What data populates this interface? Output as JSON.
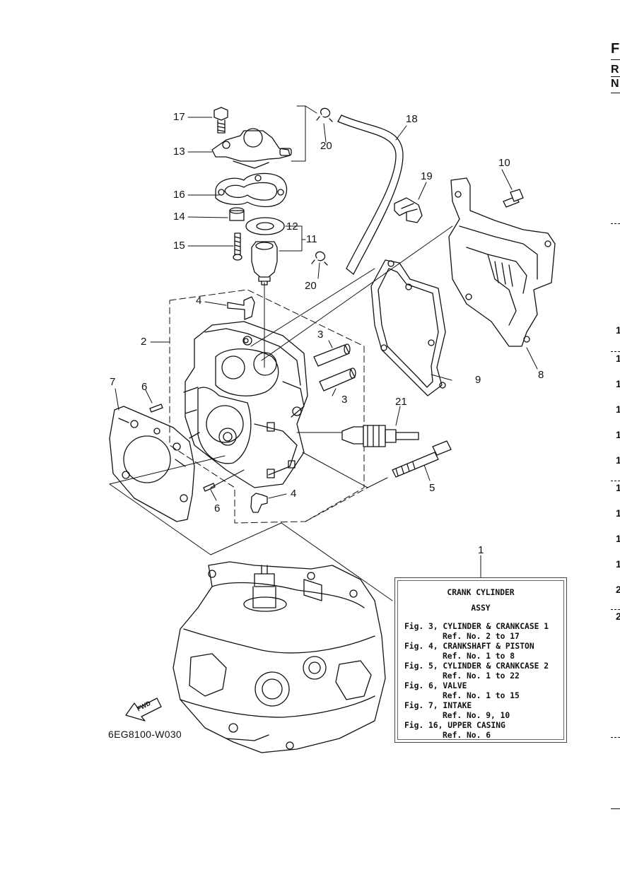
{
  "diagram_code": "6EG8100-W030",
  "fwd_label": "FWD",
  "callouts": {
    "c1": "1",
    "c2": "2",
    "c3a": "3",
    "c3b": "3",
    "c4a": "4",
    "c4b": "4",
    "c5": "5",
    "c6a": "6",
    "c6b": "6",
    "c7": "7",
    "c8": "8",
    "c9": "9",
    "c10": "10",
    "c11": "11",
    "c12": "12",
    "c13": "13",
    "c14": "14",
    "c15": "15",
    "c16": "16",
    "c17": "17",
    "c18": "18",
    "c19": "19",
    "c20a": "20",
    "c20b": "20",
    "c21": "21"
  },
  "assy_box": {
    "title1": "CRANK CYLINDER",
    "title2": "ASSY",
    "entries": [
      {
        "fig": "Fig. 3, CYLINDER & CRANKCASE 1",
        "ref": "Ref. No. 2 to 17"
      },
      {
        "fig": "Fig. 4, CRANKSHAFT & PISTON",
        "ref": "Ref. No. 1 to 8"
      },
      {
        "fig": "Fig. 5, CYLINDER & CRANKCASE 2",
        "ref": "Ref. No. 1 to 22"
      },
      {
        "fig": "Fig. 6, VALVE",
        "ref": "Ref. No. 1 to 15"
      },
      {
        "fig": "Fig. 7, INTAKE",
        "ref": "Ref. No. 9, 10"
      },
      {
        "fig": "Fig. 16, UPPER CASING",
        "ref": "Ref. No. 6"
      }
    ]
  },
  "right_edge": {
    "top": [
      "F",
      "R",
      "N"
    ],
    "rows": [
      "1",
      "1",
      "1",
      "1",
      "1",
      "1",
      "1",
      "1",
      "1",
      "1",
      "2",
      "2"
    ]
  }
}
